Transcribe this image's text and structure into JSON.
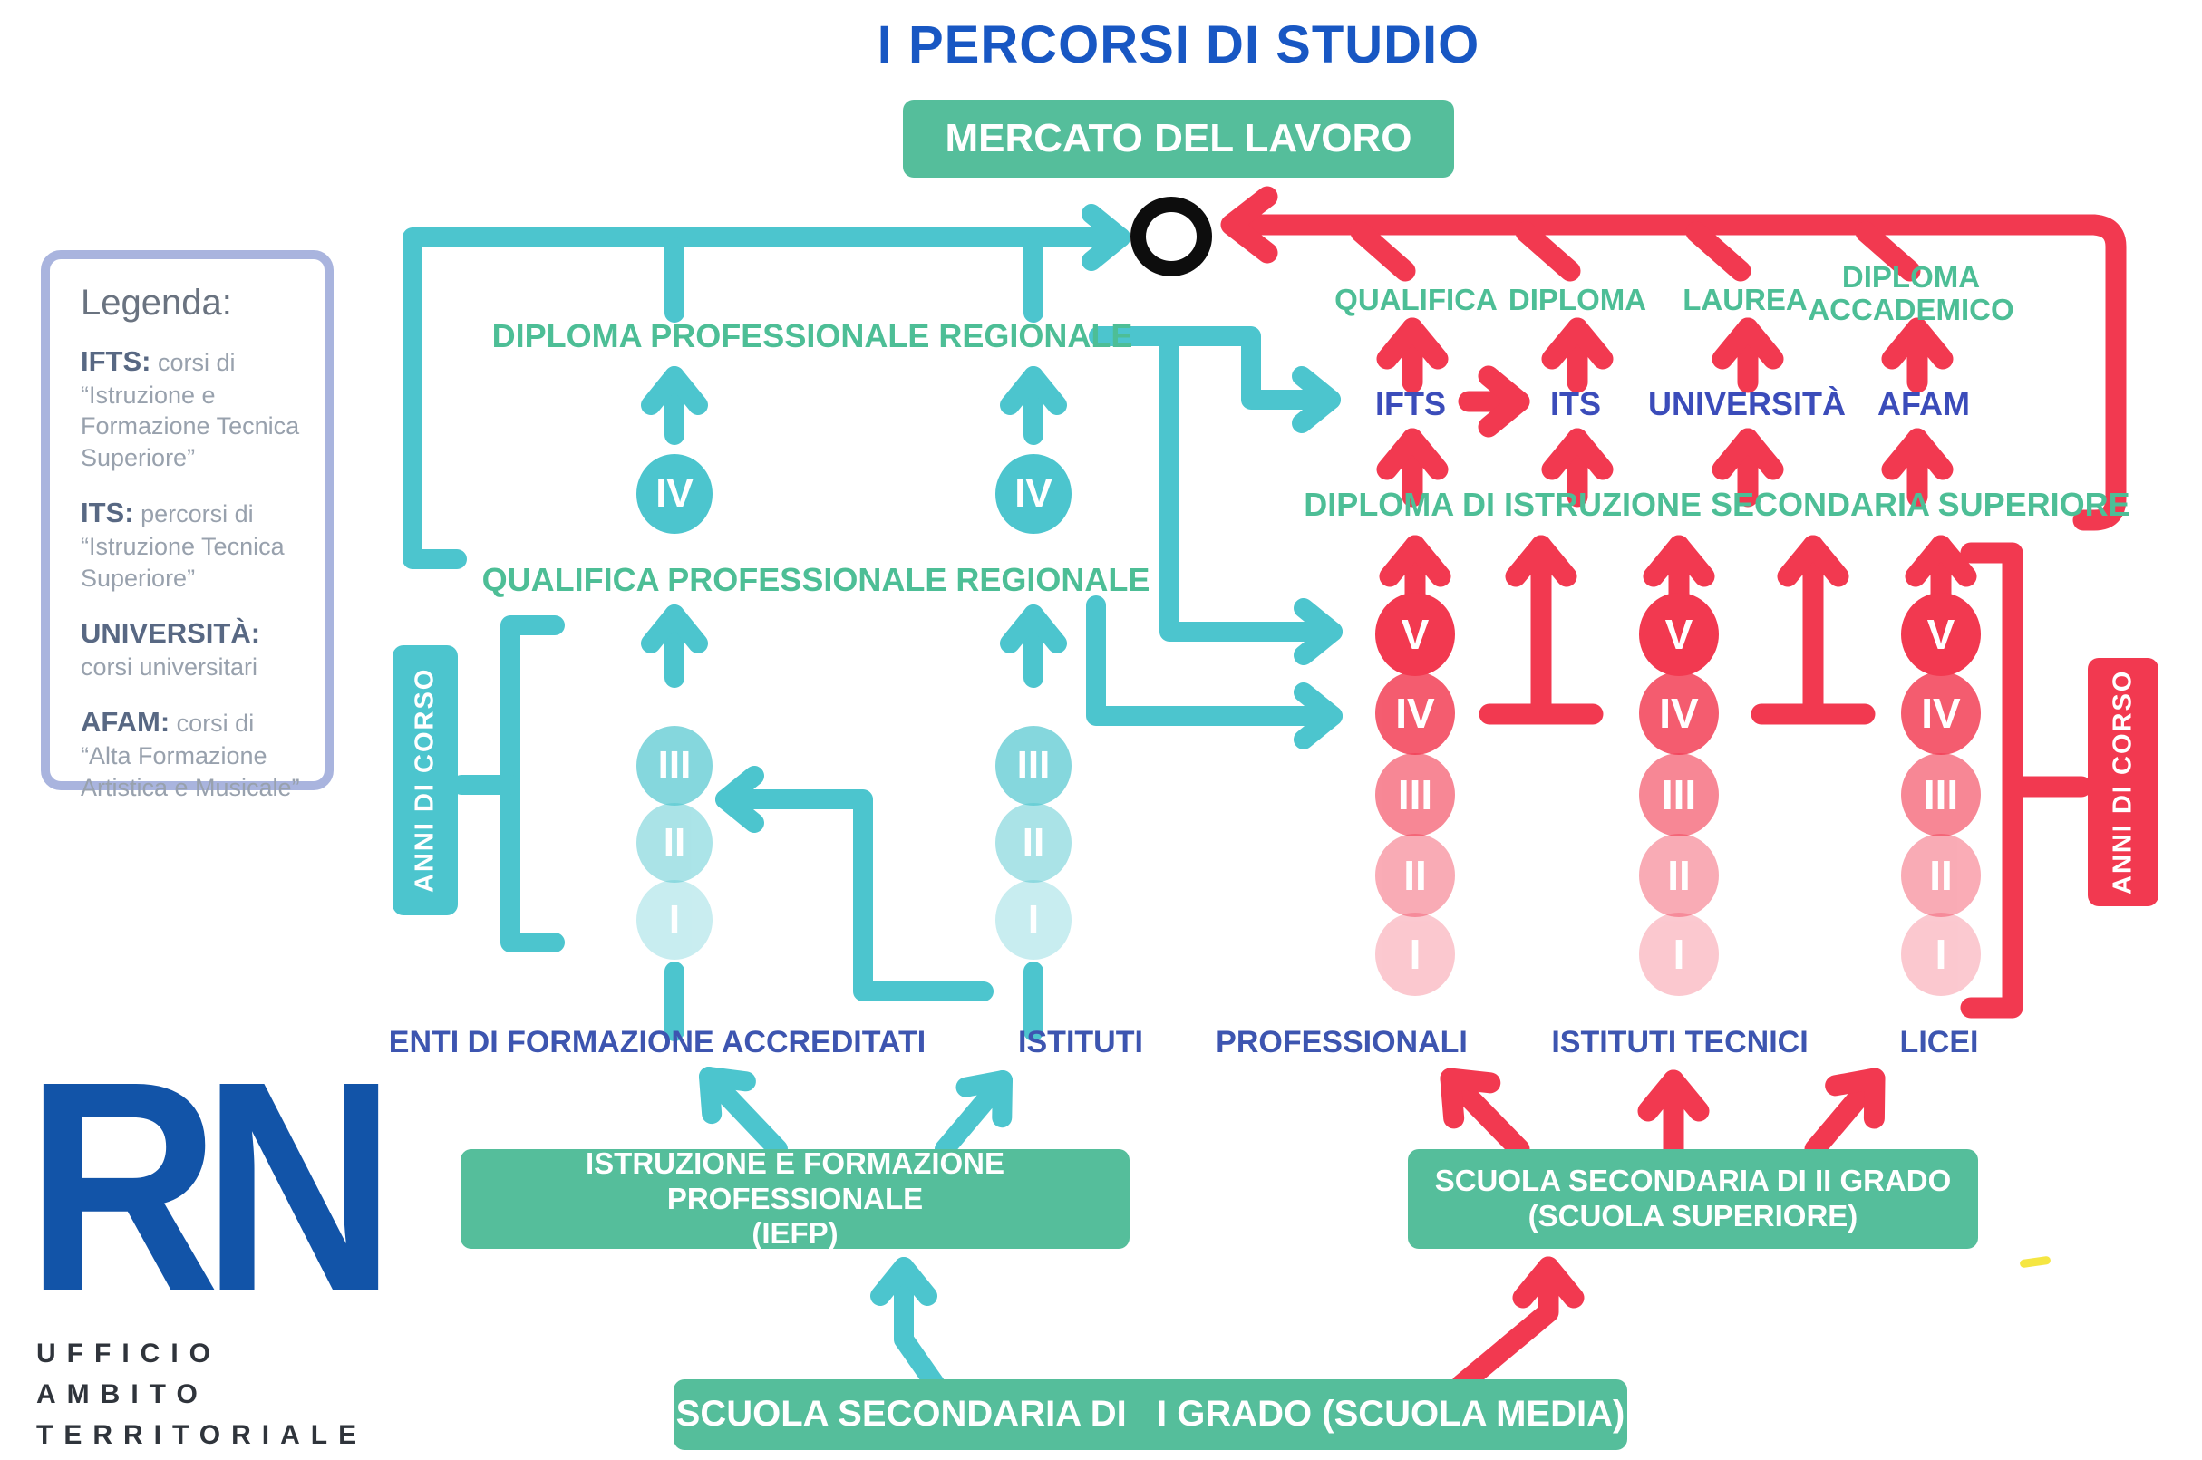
{
  "title": "I PERCORSI DI STUDIO",
  "boxes": {
    "mercato": "MERCATO DEL LAVORO",
    "iefp_line1": "ISTRUZIONE E FORMAZIONE PROFESSIONALE",
    "iefp_line2": "(IEFP)",
    "superiore_line1": "SCUOLA SECONDARIA DI II GRADO",
    "superiore_line2": "(SCUOLA SUPERIORE)",
    "media": "SCUOLA SECONDARIA DI   I GRADO (SCUOLA MEDIA)"
  },
  "legend": {
    "heading": "Legenda:",
    "items": [
      {
        "term": "IFTS:",
        "desc": "corsi di “Istruzione e Formazione Tecnica Superiore”"
      },
      {
        "term": "ITS:",
        "desc": "percorsi di “Istruzione Tecnica Superiore”"
      },
      {
        "term": "UNIVERSITÀ:",
        "desc": "corsi universitari"
      },
      {
        "term": "AFAM:",
        "desc": "corsi di “Alta Formazione Artistica e Musicale”"
      }
    ]
  },
  "left_path": {
    "diploma_regionale": "DIPLOMA PROFESSIONALE REGIONALE",
    "qualifica_regionale": "QUALIFICA PROFESSIONALE REGIONALE",
    "anni_di_corso": "ANNI DI CORSO",
    "years": [
      "IV",
      "III",
      "II",
      "I"
    ],
    "providers": [
      "ENTI DI FORMAZIONE ACCREDITATI",
      "ISTITUTI"
    ]
  },
  "right_path": {
    "degrees": [
      "QUALIFICA",
      "DIPLOMA",
      "LAUREA",
      "DIPLOMA ACCADEMICO"
    ],
    "institutions": [
      "IFTS",
      "ITS",
      "UNIVERSITÀ",
      "AFAM"
    ],
    "diploma_secondaria": "DIPLOMA DI ISTRUZIONE SECONDARIA SUPERIORE",
    "anni_di_corso": "ANNI DI CORSO",
    "years": [
      "V",
      "IV",
      "III",
      "II",
      "I"
    ],
    "schools": [
      "PROFESSIONALI",
      "ISTITUTI TECNICI",
      "LICEI"
    ]
  },
  "logo": {
    "text": "RN",
    "sub": [
      "UFFICIO",
      "AMBITO",
      "TERRITORIALE"
    ]
  },
  "colors": {
    "teal": "#4CC5CE",
    "red": "#F23950",
    "green_box": "#55BE9B",
    "green_text": "#4DBE96",
    "title_blue": "#1857C3",
    "institution_blue": "#3B4CBA",
    "label_navy": "#3D55B0",
    "logo_blue": "#1254A8",
    "legend_border": "#A9B4DE"
  }
}
